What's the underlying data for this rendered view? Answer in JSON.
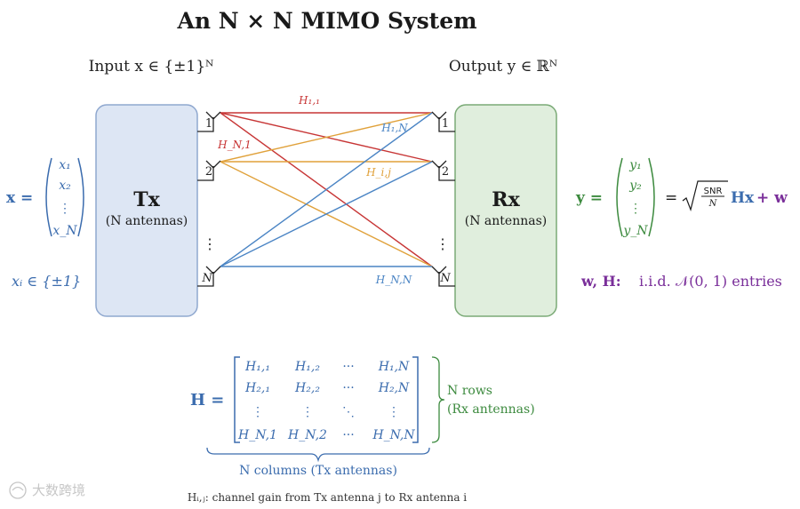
{
  "title": "An N × N MIMO System",
  "input_label": "Input x ∈ {±1}ᴺ",
  "output_label": "Output y ∈ ℝᴺ",
  "tx": {
    "name": "Tx",
    "sub": "(N antennas)"
  },
  "rx": {
    "name": "Rx",
    "sub": "(N antennas)"
  },
  "tx_ports": [
    "1",
    "2",
    "⋮",
    "N"
  ],
  "rx_ports": [
    "1",
    "2",
    "⋮",
    "N"
  ],
  "channel_labels": {
    "h11": "H₁,₁",
    "hN1": "H_N,1",
    "h1N": "H₁,N",
    "hij": "H_i,j",
    "hNN": "H_N,N"
  },
  "x_vector": {
    "lhs": "x =",
    "entries": [
      "x₁",
      "x₂",
      "⋮",
      "x_N"
    ]
  },
  "x_constraint": "xᵢ ∈ {±1}",
  "y_vector": {
    "lhs": "y =",
    "entries": [
      "y₁",
      "y₂",
      "⋮",
      "y_N"
    ],
    "rhs_eq": "=",
    "snr_num": "SNR",
    "snr_den": "N",
    "hx": "Hx",
    "plus_w": "+ w"
  },
  "noise_note": {
    "symbols": "w,  H:",
    "text": "i.i.d. 𝒩(0, 1) entries"
  },
  "matrix": {
    "lhs": "H =",
    "rows": [
      [
        "H₁,₁",
        "H₁,₂",
        "···",
        "H₁,N"
      ],
      [
        "H₂,₁",
        "H₂,₂",
        "···",
        "H₂,N"
      ],
      [
        "⋮",
        "⋮",
        "⋱",
        "⋮"
      ],
      [
        "H_N,1",
        "H_N,2",
        "···",
        "H_N,N"
      ]
    ],
    "rows_label": "N rows",
    "rows_sub": "(Rx antennas)",
    "cols_label": "N columns (Tx antennas)"
  },
  "footnote": "Hᵢ,ⱼ: channel gain from Tx antenna j to Rx antenna i",
  "watermark": "大数跨境",
  "colors": {
    "tx_fill": "#dde6f4",
    "tx_stroke": "#8fa8cf",
    "rx_fill": "#e0eedd",
    "rx_stroke": "#7aaa76",
    "blue": "#3b6cae",
    "green": "#3c8a3e",
    "purple": "#7a2f9a",
    "red": "#c73535",
    "orange": "#e0a13a",
    "link_blue": "#4a84c4"
  }
}
